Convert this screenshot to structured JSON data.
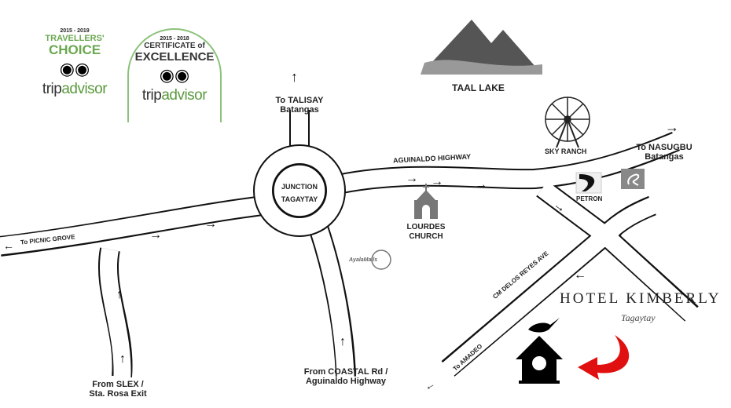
{
  "badges": [
    {
      "years": "2015 - 2019",
      "line1": "TRAVELLERS'",
      "line2": "CHOICE",
      "brand_a": "trip",
      "brand_b": "advisor"
    },
    {
      "years": "2015 - 2018",
      "line1": "CERTIFICATE of",
      "line2": "EXCELLENCE",
      "brand_a": "trip",
      "brand_b": "advisor"
    }
  ],
  "landmarks": {
    "taal_lake": "TAAL LAKE",
    "sky_ranch": "SKY RANCH",
    "petron": "PETRON",
    "lourdes_1": "LOURDES",
    "lourdes_2": "CHURCH",
    "junction_1": "JUNCTION",
    "junction_2": "TAGAYTAY",
    "ayala": "AyalaMalls"
  },
  "directions": {
    "talisay_1": "To TALISAY",
    "talisay_2": "Batangas",
    "nasugbu_1": "To NASUGBU",
    "nasugbu_2": "Batangas",
    "picnic": "To PICNIC GROVE",
    "slex_1": "From SLEX /",
    "slex_2": "Sta. Rosa Exit",
    "coastal_1": "From COASTAL Rd /",
    "coastal_2": "Aguinaldo Highway",
    "amadeo": "To AMADEO"
  },
  "roads": {
    "aguinaldo": "AGUINALDO HIGHWAY",
    "delos_reyes": "CM DELOS REYES AVE"
  },
  "hotel": {
    "name": "HOTEL KIMBERLY",
    "city": "Tagaytay"
  },
  "colors": {
    "accent_green": "#6aa84f",
    "arrow_red": "#e01010"
  }
}
